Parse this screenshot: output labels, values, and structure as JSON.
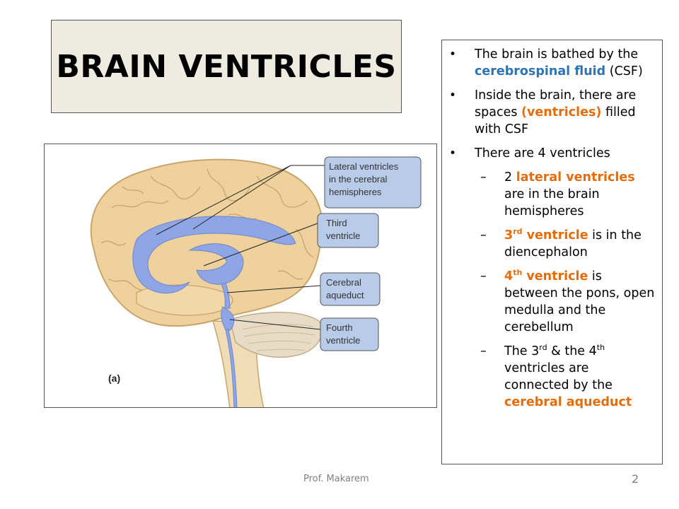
{
  "slide": {
    "title": "BRAIN VENTRICLES",
    "footer": "Prof. Makarem",
    "page_number": "2"
  },
  "bullets": {
    "b1": {
      "text1": "The brain is bathed by the ",
      "hl": "cerebrospinal fluid",
      "text2": " (CSF)"
    },
    "b2": {
      "text1": "Inside the brain, there are spaces ",
      "hl": "(ventricles)",
      "text2": " filled with CSF"
    },
    "b3": {
      "text": "There are 4 ventricles"
    },
    "s1": {
      "pre": "2 ",
      "hl": "lateral ventricles",
      "post": " are in the brain hemispheres"
    },
    "s2": {
      "hl": "3",
      "sup": "rd",
      "hl2": " ventricle",
      "post": " is in the diencephalon"
    },
    "s3": {
      "hl": "4",
      "sup": "th",
      "hl2": " ventricle",
      "post": " is between the pons, open medulla and the cerebellum"
    },
    "s4": {
      "t1": "The 3",
      "sup1": "rd",
      "t2": " & the 4",
      "sup2": "th",
      "t3": " ventricles  are connected by the ",
      "hl": "cerebral aqueduct"
    }
  },
  "diagram": {
    "labels": {
      "lateral": [
        "Lateral ventricles",
        "in the cerebral",
        "hemispheres"
      ],
      "third": [
        "Third",
        "ventricle"
      ],
      "aqueduct": [
        "Cerebral",
        "aqueduct"
      ],
      "fourth": [
        "Fourth",
        "ventricle"
      ]
    },
    "panel_label": "(a)"
  },
  "colors": {
    "brain_fill": "#efd19e",
    "brain_stroke": "#c9a56a",
    "ventricle_fill": "#8ea6e6",
    "label_box_fill": "#b8cbe8",
    "highlight_blue": "#2e74b5",
    "highlight_orange": "#e46c0a"
  }
}
